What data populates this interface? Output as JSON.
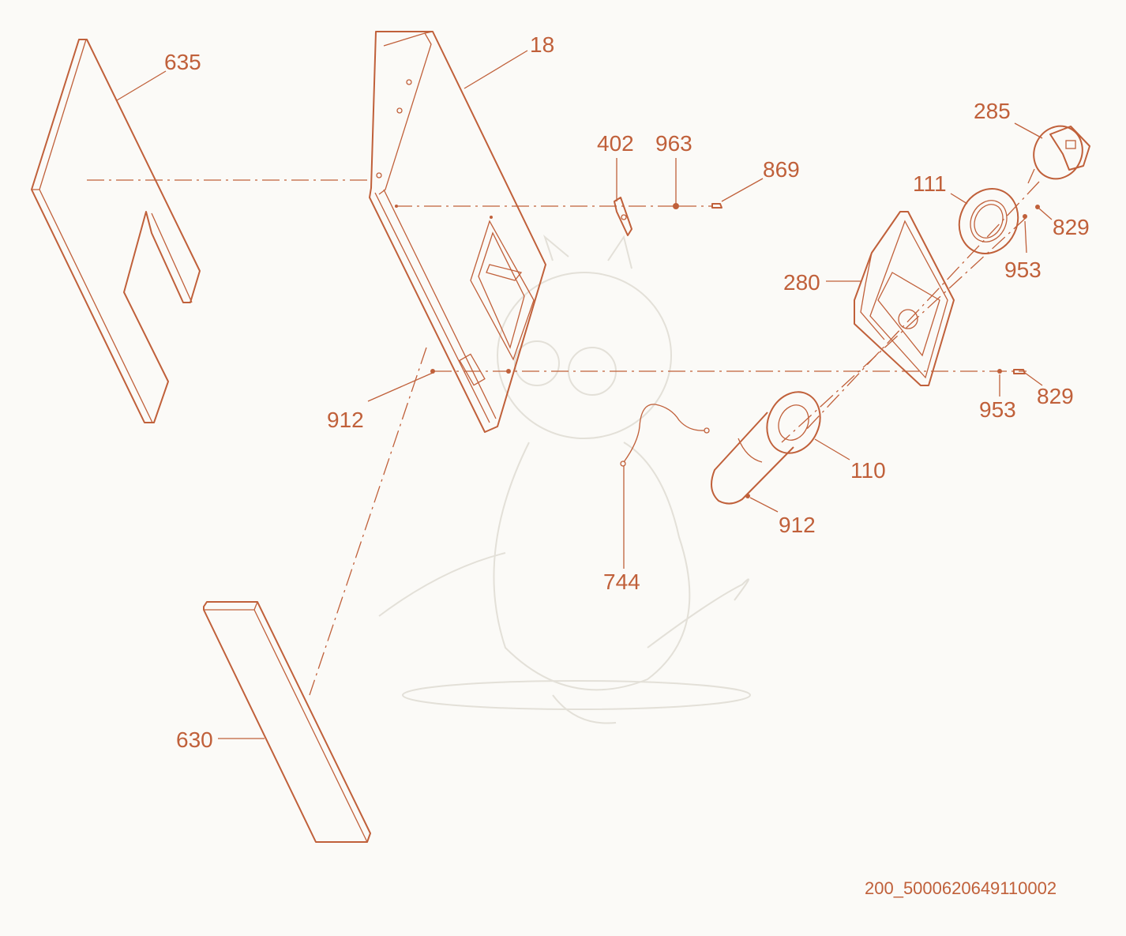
{
  "diagram": {
    "callouts": {
      "p635": "635",
      "p18": "18",
      "p402": "402",
      "p963": "963",
      "p869": "869",
      "p285": "285",
      "p111": "111",
      "p829a": "829",
      "p953a": "953",
      "p280": "280",
      "p912a": "912",
      "p953b": "953",
      "p829b": "829",
      "p110": "110",
      "p912b": "912",
      "p744": "744",
      "p630": "630"
    },
    "document_code": "200_5000620649110002",
    "line_color": "#c0603a",
    "background_color": "#fbfaf7"
  }
}
